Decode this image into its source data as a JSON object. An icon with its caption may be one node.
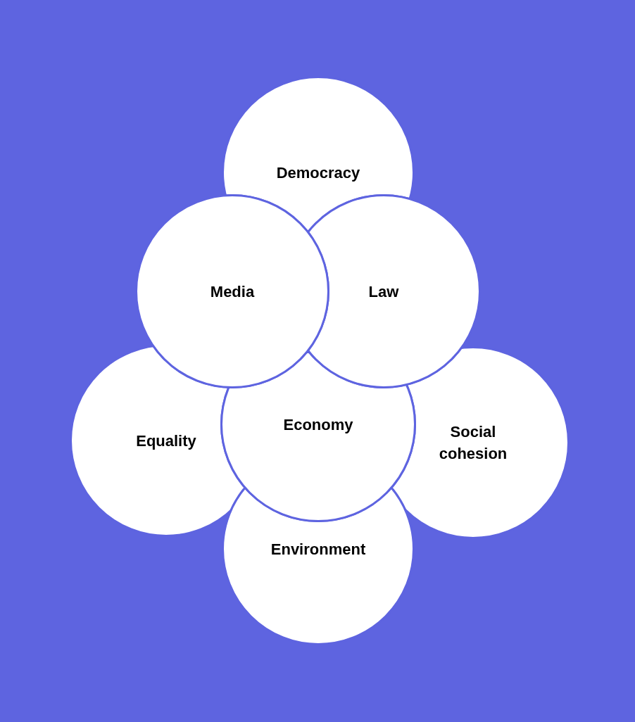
{
  "diagram": {
    "nodes": [
      {
        "text": [
          "Democracy"
        ]
      },
      {
        "text": [
          "Media"
        ]
      },
      {
        "text": [
          "Law"
        ]
      },
      {
        "text": [
          "Equality"
        ]
      },
      {
        "text": [
          "Economy"
        ]
      },
      {
        "text": [
          "Social cohesion"
        ]
      },
      {
        "text": [
          "Environment"
        ]
      }
    ]
  }
}
